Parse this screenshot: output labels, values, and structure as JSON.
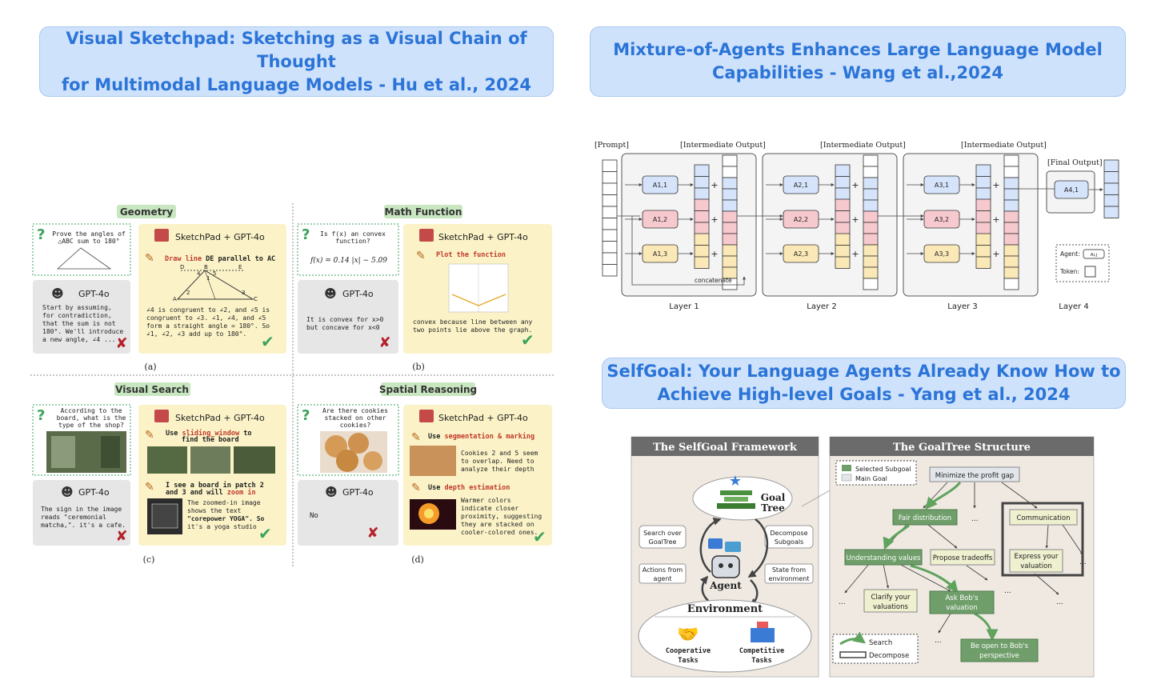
{
  "titles": {
    "sketchpad": {
      "line1": "Visual Sketchpad: Sketching as a Visual Chain of Thought",
      "line2": "for Multimodal Language Models - Hu et al., 2024"
    },
    "moa": {
      "line1": "Mixture-of-Agents Enhances Large Language Model",
      "line2": "Capabilities - Wang et al.,2024"
    },
    "selfgoal": {
      "line1": "SelfGoal: Your Language Agents Already Know How to",
      "line2": "Achieve High-level Goals - Yang et al., 2024"
    }
  },
  "sketchpad": {
    "panels": [
      {
        "tag": "Geometry",
        "caption": "(a)",
        "question": [
          "Prove the angles of",
          "△ABC sum to 180°"
        ],
        "baseline_name": "GPT-4o",
        "baseline_text": [
          "Start by assuming,",
          "for contradiction,",
          "that the sum is not",
          "180°. We'll introduce",
          "a new angle, ∠4 ..."
        ],
        "sketch_name": "SketchPad + GPT-4o",
        "action_red": "Draw line",
        "action_rest": " DE parallel to AC",
        "sketch_text": [
          "∠4 is congruent to ∠2, and ∠5 is",
          "congruent to ∠3. ∠1, ∠4, and ∠5",
          "form a straight angle = 180°. So",
          "∠1, ∠2, ∠3 add up to 180°."
        ]
      },
      {
        "tag": "Math Function",
        "caption": "(b)",
        "question": [
          "Is f(x) an convex",
          "function?"
        ],
        "formula": "f(x) = 0.14 |x| − 5.09",
        "baseline_name": "GPT-4o",
        "baseline_text": [
          "It is convex for x>0",
          "but concave for x<0"
        ],
        "sketch_name": "SketchPad + GPT-4o",
        "action_red": "Plot the function",
        "action_rest": "",
        "sketch_text": [
          "convex because line between any",
          "two points lie above the graph."
        ]
      },
      {
        "tag": "Visual Search",
        "caption": "(c)",
        "question": [
          "According to the",
          "board, what is the",
          "type of the shop?"
        ],
        "baseline_name": "GPT-4o",
        "baseline_text": [
          "The sign in the image",
          "reads \"ceremonial",
          "matcha,\". it's a cafe."
        ],
        "sketch_name": "SketchPad + GPT-4o",
        "action1_pre": "Use ",
        "action1_red": "sliding_window",
        "action1_post": " to",
        "action1_line2": "find the board",
        "action2_line1": "I see a board in patch 2",
        "action2_pre": "and 3 and will ",
        "action2_red": "zoom in",
        "sketch_text": [
          "The zoomed-in image",
          "shows the text",
          "\"corepower YOGA\". So",
          "it's a yoga studio"
        ]
      },
      {
        "tag": "Spatial Reasoning",
        "caption": "(d)",
        "question": [
          "Are there cookies",
          "stacked on other",
          "cookies?"
        ],
        "baseline_name": "GPT-4o",
        "baseline_text": [
          "No"
        ],
        "sketch_name": "SketchPad + GPT-4o",
        "action1_pre": "Use ",
        "action1_red": "segmentation & marking",
        "text1": [
          "Cookies 2 and 5 seem",
          "to overlap. Need to",
          "analyze their depth"
        ],
        "action2_pre": "Use ",
        "action2_red": "depth estimation",
        "text2": [
          "Warmer colors",
          "indicate closer",
          "proximity, suggesting",
          "they are stacked on",
          "cooler-colored ones."
        ]
      }
    ],
    "triangle_labels": [
      "B",
      "A",
      "C",
      "D",
      "E",
      "1",
      "2",
      "3",
      "4",
      "5"
    ]
  },
  "moa": {
    "prompt_label": "[Prompt]",
    "intermediate_label": "[Intermediate Output]",
    "final_label": "[Final Output]",
    "concatenate": "concatenate",
    "layers": [
      "Layer 1",
      "Layer 2",
      "Layer 3",
      "Layer 4"
    ],
    "agents": [
      [
        "A1,1",
        "A1,2",
        "A1,3"
      ],
      [
        "A2,1",
        "A2,2",
        "A2,3"
      ],
      [
        "A3,1",
        "A3,2",
        "A3,3"
      ],
      [
        "A4,1"
      ]
    ],
    "legend_agent": "Agent:",
    "legend_agent_sym": "Ai,j",
    "legend_token": "Token:",
    "colors": {
      "blue": "#d6e4fb",
      "red": "#f6c9cf",
      "yellow": "#fbe8b7"
    }
  },
  "selfgoal": {
    "framework_title": "The SelfGoal Framework",
    "tree_title": "The GoalTree Structure",
    "goal_tree": [
      "Goal",
      "Tree"
    ],
    "search_over": [
      "Search over",
      "GoalTree"
    ],
    "decompose_subgoals": [
      "Decompose",
      "Subgoals"
    ],
    "actions_from": [
      "Actions from",
      "agent"
    ],
    "state_from": [
      "State from",
      "environment"
    ],
    "agent": "Agent",
    "environment": "Environment",
    "cooperative": [
      "Cooperative",
      "Tasks"
    ],
    "competitive": [
      "Competitive",
      "Tasks"
    ],
    "legend_selected": "Selected Subgoal",
    "legend_main": "Main Goal",
    "legend_search": "Search",
    "legend_decompose": "Decompose",
    "nodes": {
      "root": "Minimize the profit gap",
      "fair": "Fair distribution",
      "communication": "Communication",
      "understanding": "Understanding values",
      "propose": "Propose tradeoffs",
      "express": [
        "Express your",
        "valuation"
      ],
      "clarify": [
        "Clarify your",
        "valuations"
      ],
      "ask": [
        "Ask Bob's",
        "valuation"
      ],
      "open": [
        "Be open to Bob's",
        "perspective"
      ]
    },
    "ellipsis": "...",
    "colors": {
      "selected": "#6f9e6a",
      "main": "#e2e6ea",
      "green_edge": "#5fa35d"
    }
  }
}
